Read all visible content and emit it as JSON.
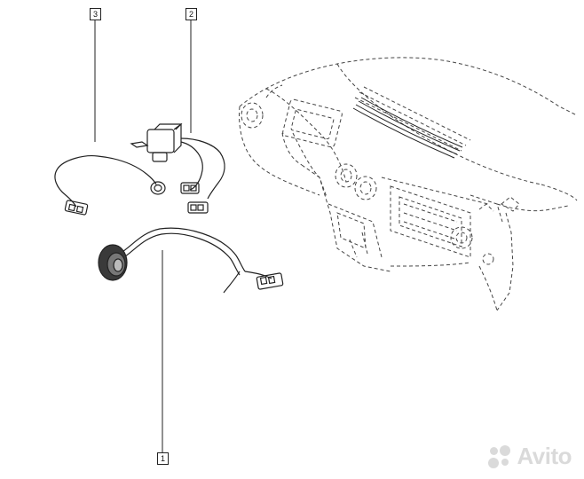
{
  "callouts": {
    "c1": "1",
    "c2": "2",
    "c3": "3"
  },
  "watermark": {
    "text": "Avito"
  },
  "colors": {
    "line": "#222222",
    "dashed": "#444444",
    "watermark": "#bdbdbd"
  }
}
